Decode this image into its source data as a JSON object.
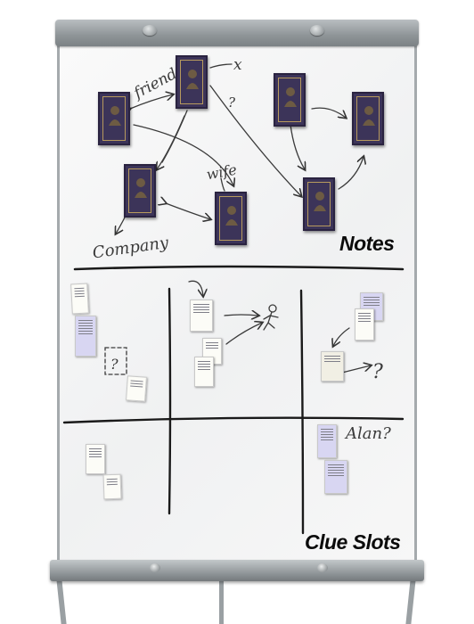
{
  "sections": {
    "notes_label": "Notes",
    "clue_slots_label": "Clue Slots"
  },
  "annotations": {
    "friends": "friends",
    "wife": "wife",
    "company": "Company",
    "alan": "Alan?",
    "x_mark": "x",
    "question": "?"
  },
  "character_cards": [
    {
      "id": "card-1"
    },
    {
      "id": "card-2"
    },
    {
      "id": "card-3"
    },
    {
      "id": "card-4"
    },
    {
      "id": "card-5"
    },
    {
      "id": "card-6"
    },
    {
      "id": "card-7"
    }
  ],
  "colors": {
    "card_back": "#3c3459",
    "card_trim": "#b79a5d",
    "ink": "#1a1a1a",
    "note_violet": "#d8d6f2"
  }
}
